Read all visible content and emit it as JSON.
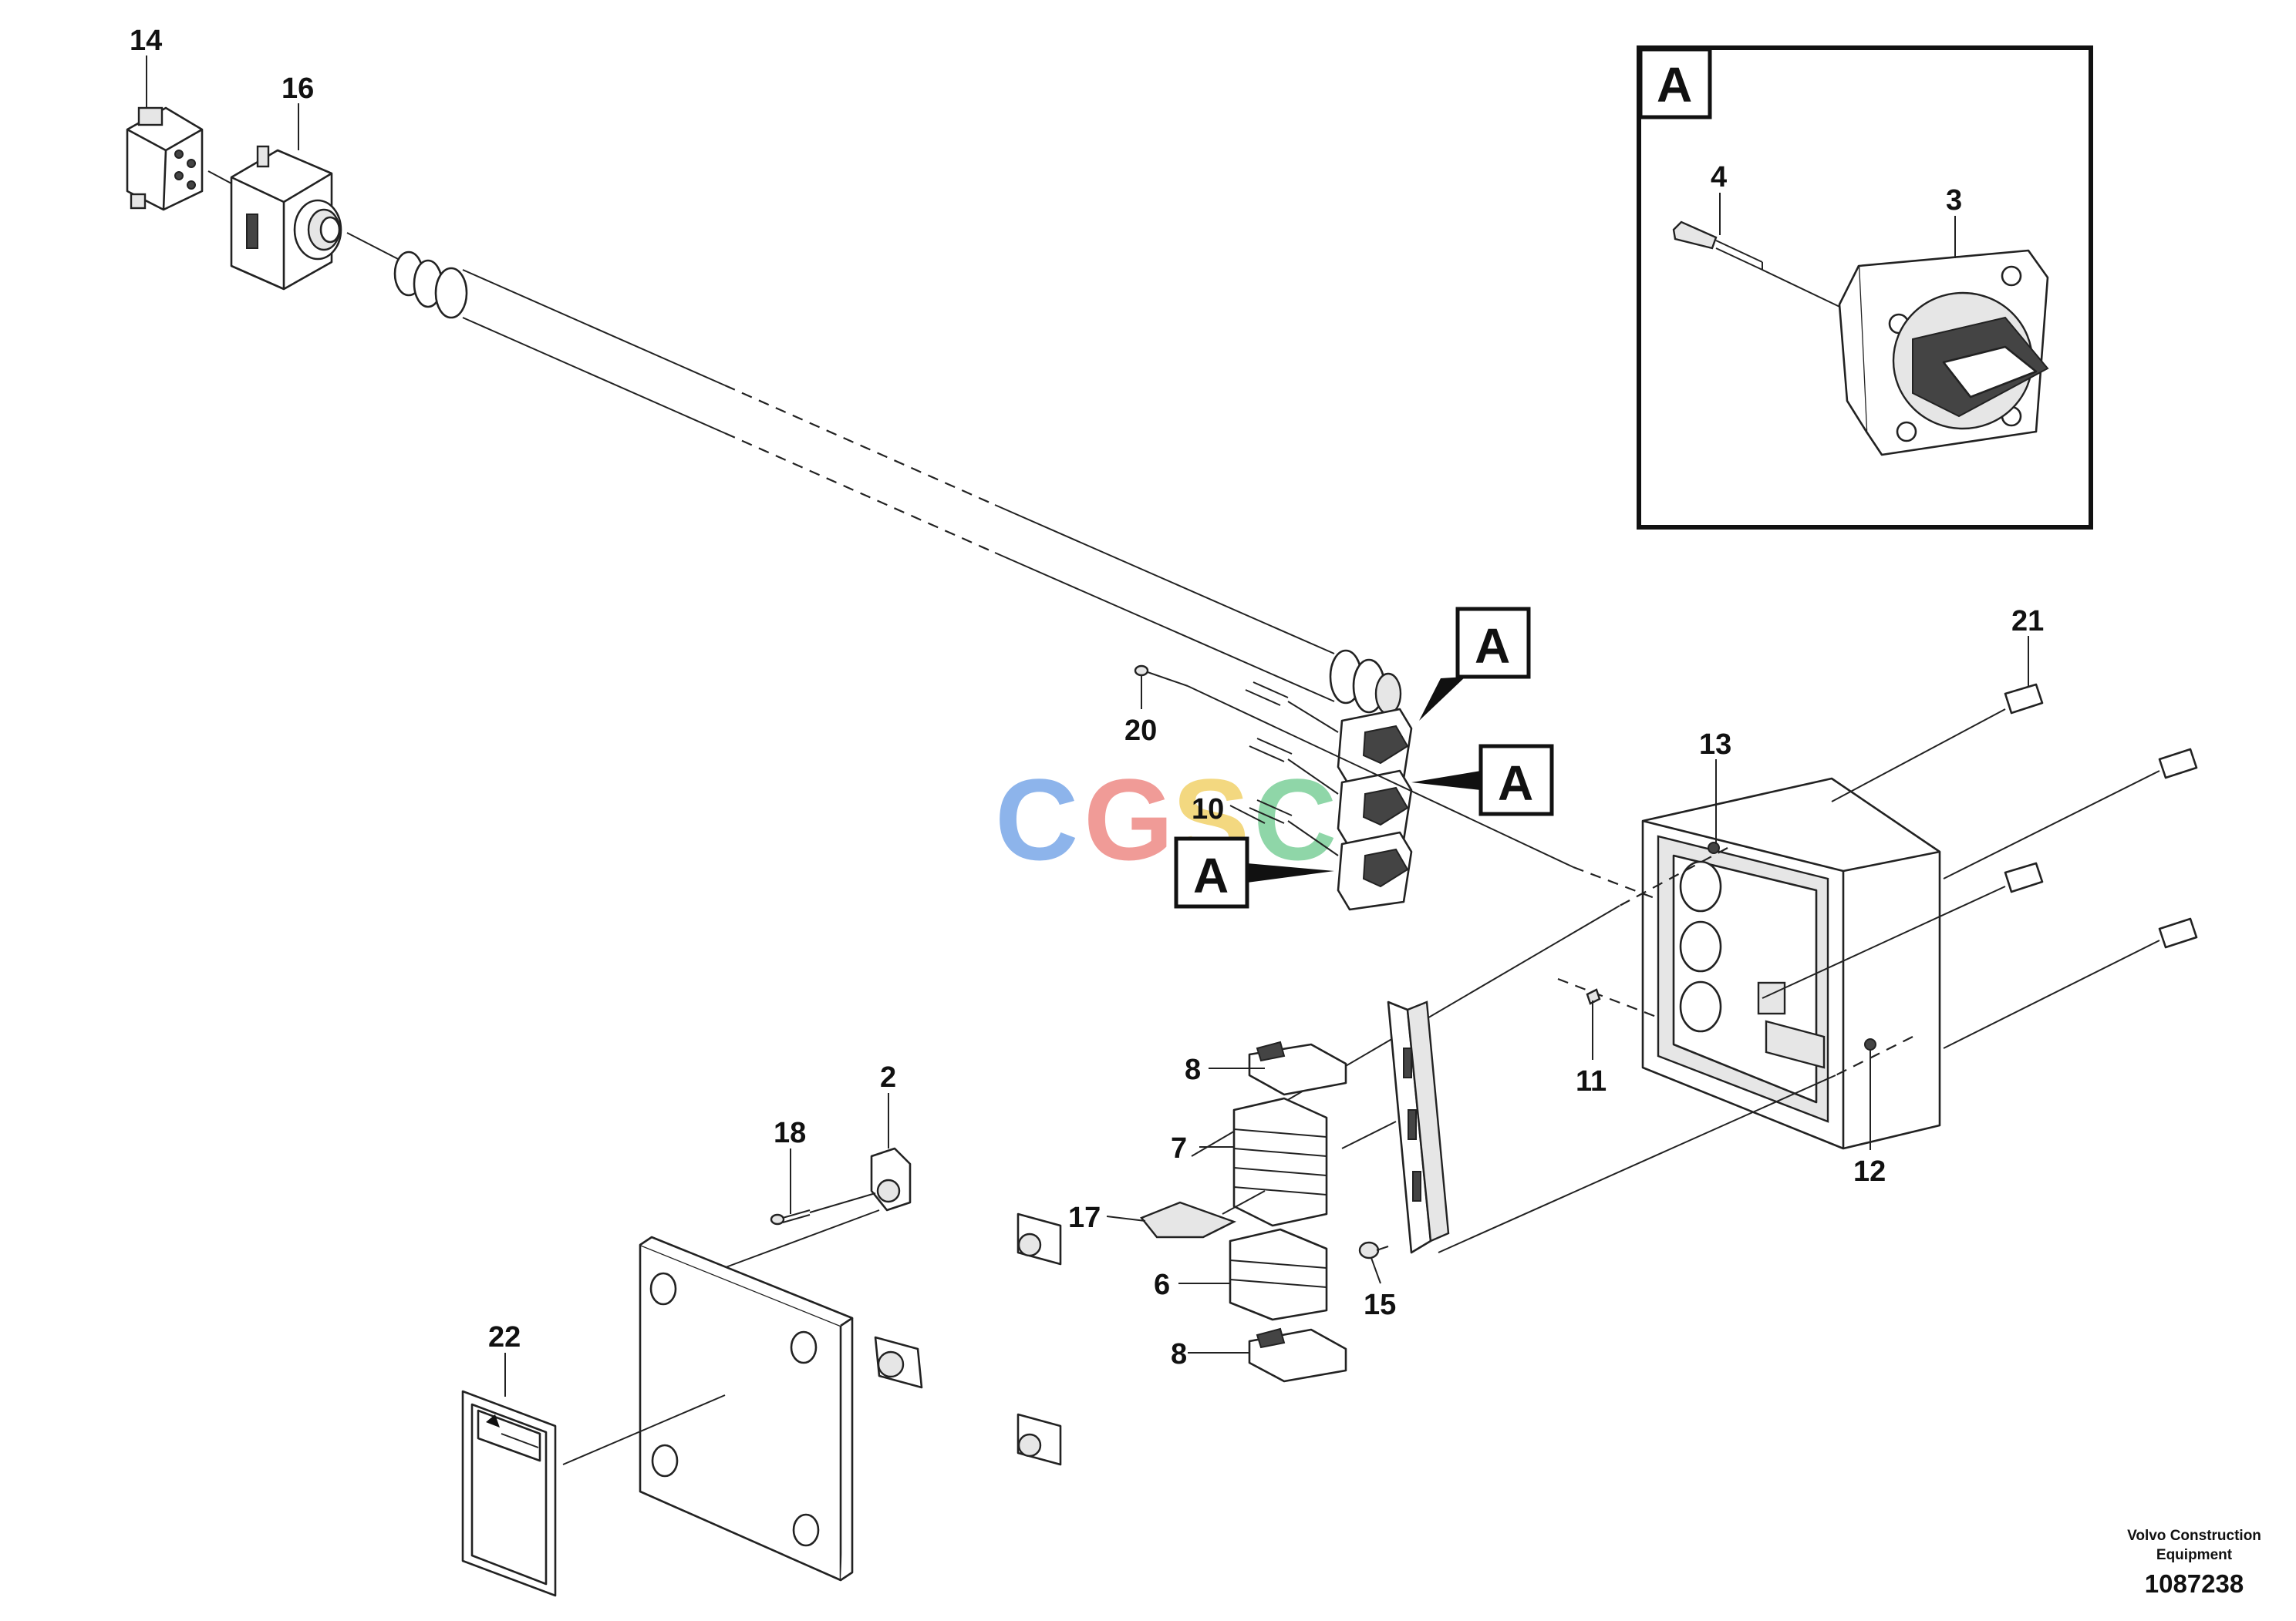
{
  "callouts": {
    "c14": "14",
    "c16": "16",
    "c4": "4",
    "c3": "3",
    "c21": "21",
    "c20": "20",
    "c13": "13",
    "c10": "10",
    "c11": "11",
    "c12": "12",
    "c2": "2",
    "c18": "18",
    "c8a": "8",
    "c7": "7",
    "c17": "17",
    "c6": "6",
    "c15": "15",
    "c8b": "8",
    "c22": "22"
  },
  "view_labels": {
    "detail": "A",
    "ref1": "A",
    "ref2": "A",
    "ref3": "A"
  },
  "watermark": {
    "letters": [
      "C",
      "G",
      "S",
      "C"
    ],
    "colors": [
      "#7aa7e8",
      "#ee8a86",
      "#f2d26a",
      "#7ccf9a"
    ]
  },
  "credit": {
    "line1": "Volvo Construction",
    "line2": "Equipment"
  },
  "document_number": "1087238"
}
